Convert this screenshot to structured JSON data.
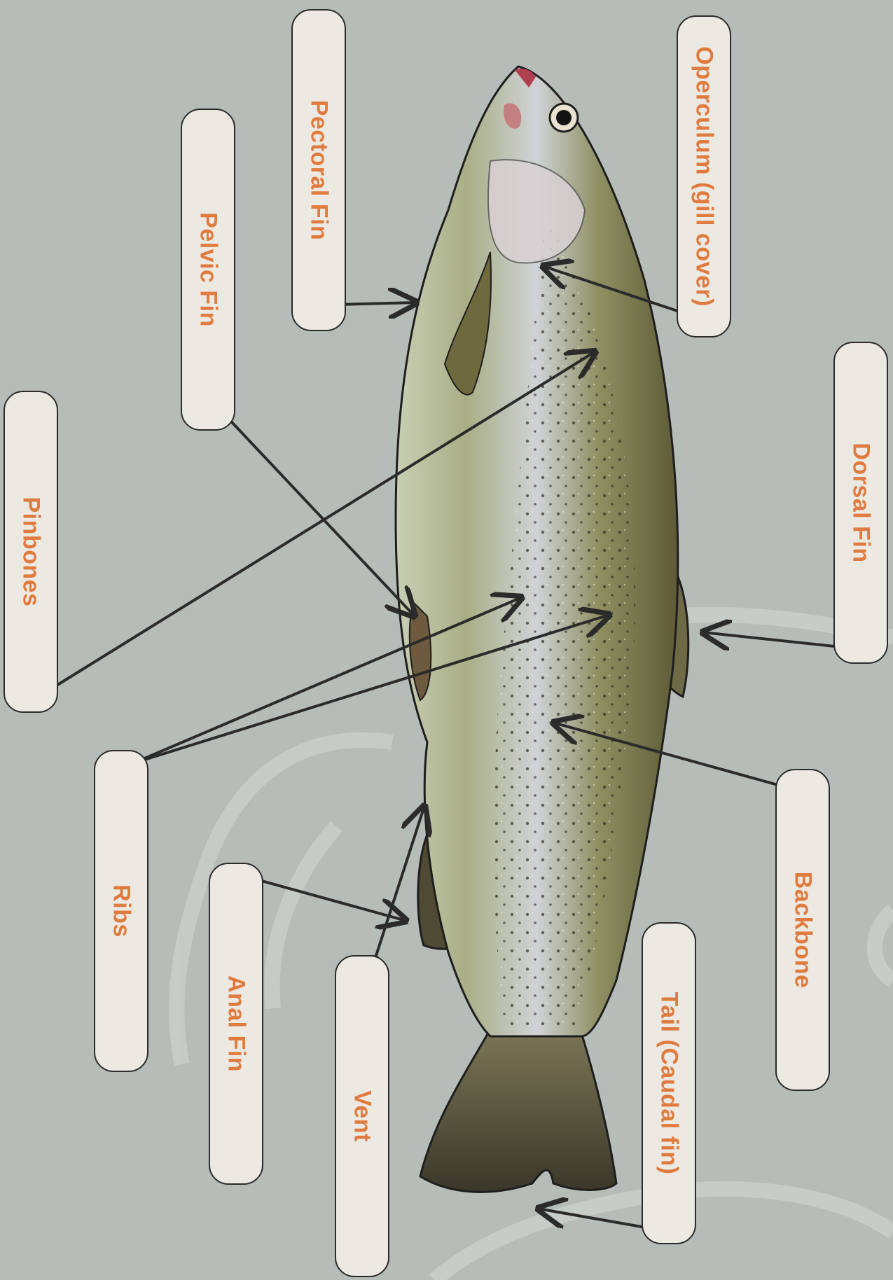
{
  "diagram": {
    "subject": "fish",
    "label_color": "#e07b3f",
    "box_color": "#ece9e2",
    "line_color": "#2b2b2b",
    "background_color": "#b6bdb9"
  },
  "labels": {
    "operculum": "Operculum (gill cover)",
    "pectoral_fin": "Pectoral Fin",
    "pelvic_fin": "Pelvic Fin",
    "pinbones": "Pinbones",
    "dorsal_fin": "Dorsal Fin",
    "ribs": "Ribs",
    "backbone": "Backbone",
    "anal_fin": "Anal Fin",
    "vent": "Vent",
    "tail": "Tail (Caudal fin)"
  }
}
